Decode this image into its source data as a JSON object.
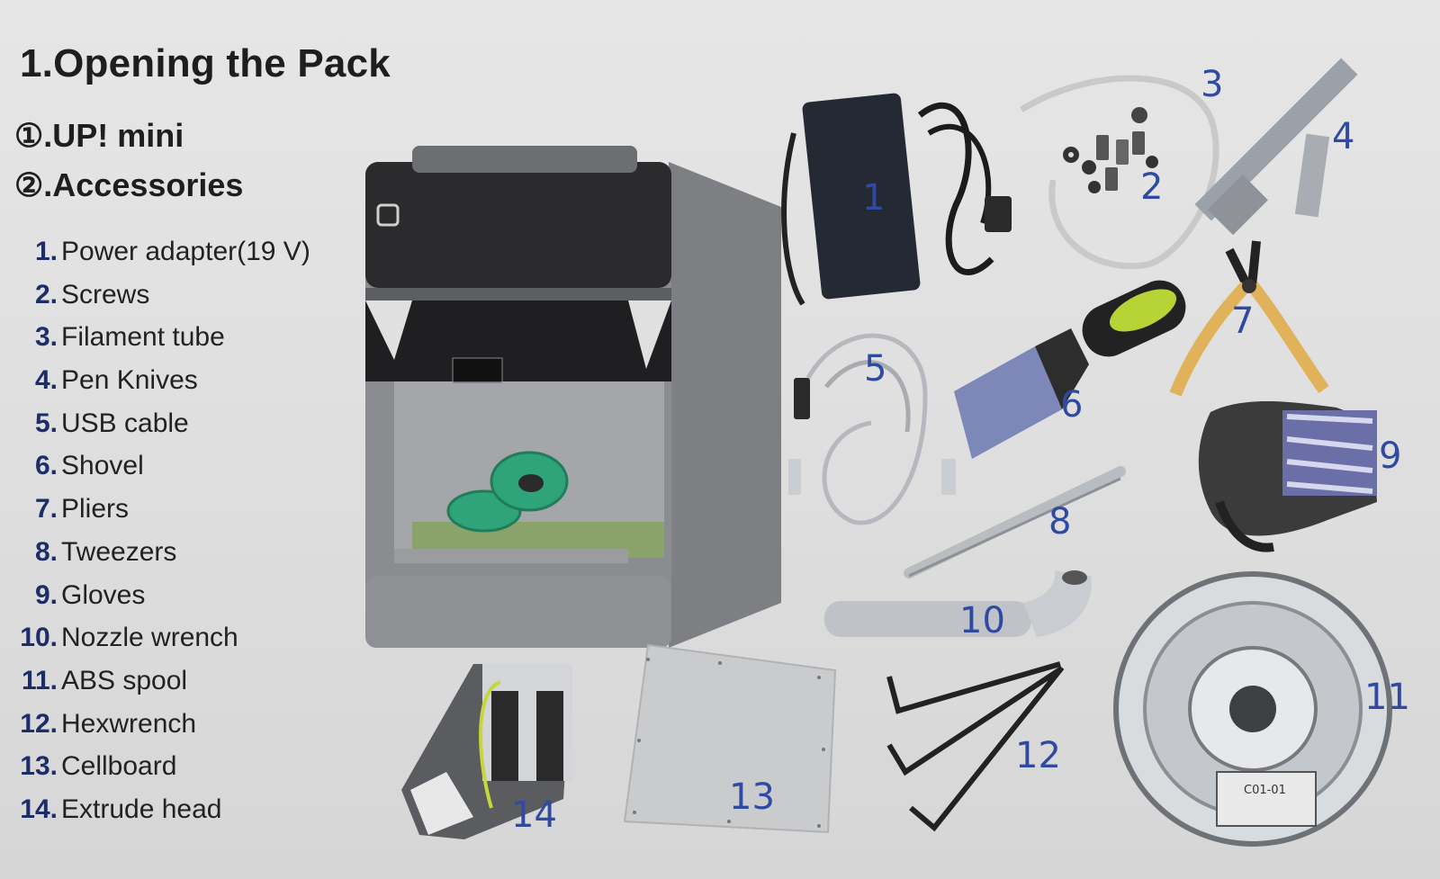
{
  "heading": "1.Opening the Pack",
  "subheadings": [
    "①.UP! mini",
    "②.Accessories"
  ],
  "accessories": [
    {
      "num": "1.",
      "label": "Power adapter(19 V)"
    },
    {
      "num": "2.",
      "label": "Screws"
    },
    {
      "num": "3.",
      "label": "Filament tube"
    },
    {
      "num": "4.",
      "label": "Pen Knives"
    },
    {
      "num": "5.",
      "label": "USB cable"
    },
    {
      "num": "6.",
      "label": "Shovel"
    },
    {
      "num": "7.",
      "label": "Pliers"
    },
    {
      "num": "8.",
      "label": "Tweezers"
    },
    {
      "num": "9.",
      "label": "Gloves"
    },
    {
      "num": "10.",
      "label": "Nozzle wrench"
    },
    {
      "num": "11.",
      "label": "ABS spool"
    },
    {
      "num": "12.",
      "label": "Hexwrench"
    },
    {
      "num": "13.",
      "label": "Cellboard"
    },
    {
      "num": "14.",
      "label": "Extrude head"
    }
  ],
  "callouts": [
    "1",
    "2",
    "3",
    "4",
    "5",
    "6",
    "7",
    "8",
    "9",
    "10",
    "11",
    "12",
    "13",
    "14"
  ],
  "spool_label": "C01-01",
  "colors": {
    "accent": "#2f4aa0",
    "list_number": "#1c2d6a",
    "print_green": "#2fa37a"
  }
}
